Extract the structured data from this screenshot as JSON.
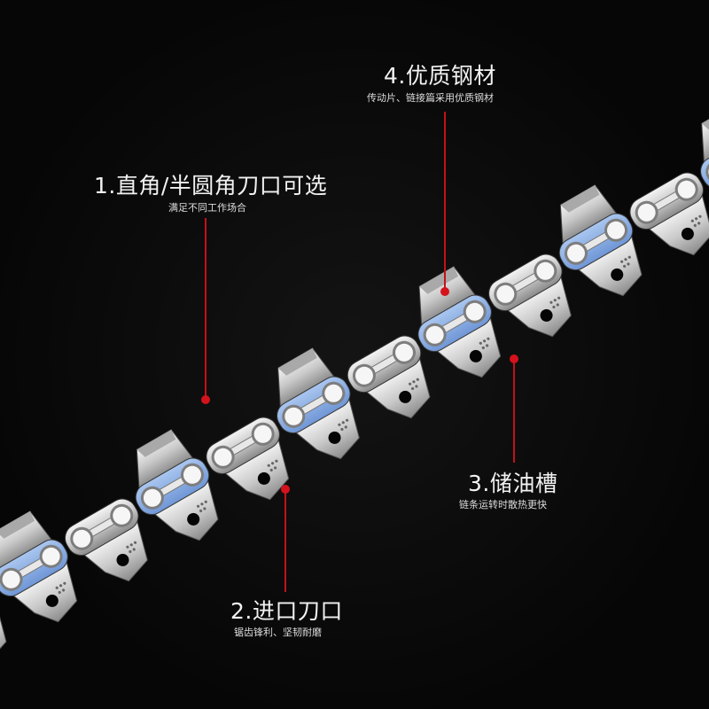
{
  "accent_color": "#d4121c",
  "features": [
    {
      "title": "1.直角/半圆角刀口可选",
      "subtitle": "满足不同工作场合"
    },
    {
      "title": "2.进口刀口",
      "subtitle": "锯齿锋利、坚韧耐磨"
    },
    {
      "title": "3.储油槽",
      "subtitle": "链条运转时散热更快"
    },
    {
      "title": "4.优质钢材",
      "subtitle": "传动片、链接篇采用优质钢材"
    }
  ]
}
